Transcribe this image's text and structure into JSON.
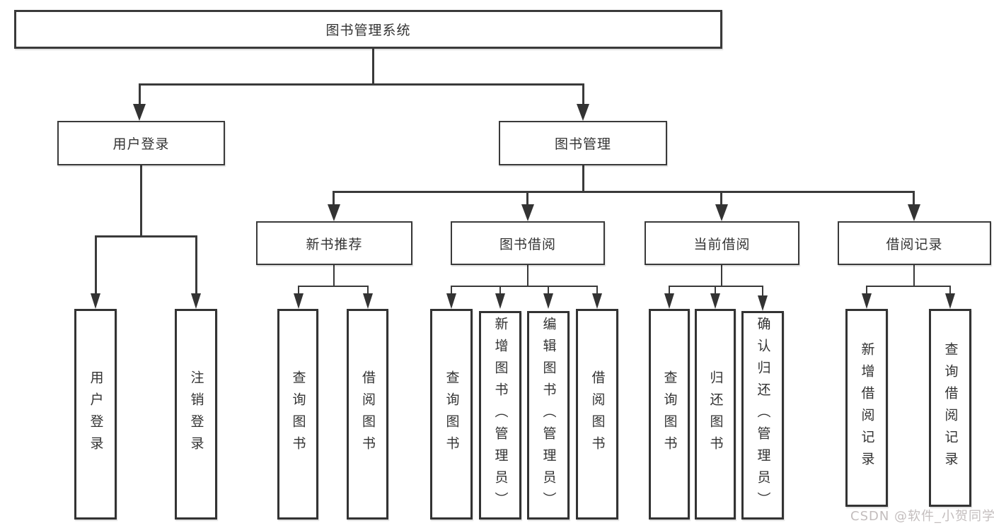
{
  "diagram": {
    "root": {
      "label": "图书管理系统"
    },
    "level2": {
      "user_login": "用户登录",
      "book_mgmt": "图书管理"
    },
    "level3": {
      "new_book": "新书推荐",
      "book_borrow": "图书借阅",
      "current_borrow": "当前借阅",
      "borrow_record": "借阅记录"
    },
    "leaves": {
      "user_login": "用户登录",
      "logout": "注销登录",
      "nb_query_book": "查询图书",
      "nb_borrow_book": "借阅图书",
      "bb_query_book": "查询图书",
      "bb_add_book": "新增图书（管理员）",
      "bb_edit_book": "编辑图书（管理员）",
      "bb_borrow_book": "借阅图书",
      "cb_query_book": "查询图书",
      "cb_return_book": "归还图书",
      "cb_confirm_return": "确认归还（管理员）",
      "br_add_record": "新增借阅记录",
      "br_query_record": "查询借阅记录"
    }
  },
  "watermark": {
    "text": "CSDN @软件_小贺同学"
  },
  "colors": {
    "background": "#ffffff",
    "line": "#3a3a3a",
    "box_border": "#333333",
    "text": "#333333",
    "watermark": "#c3bdbd"
  }
}
